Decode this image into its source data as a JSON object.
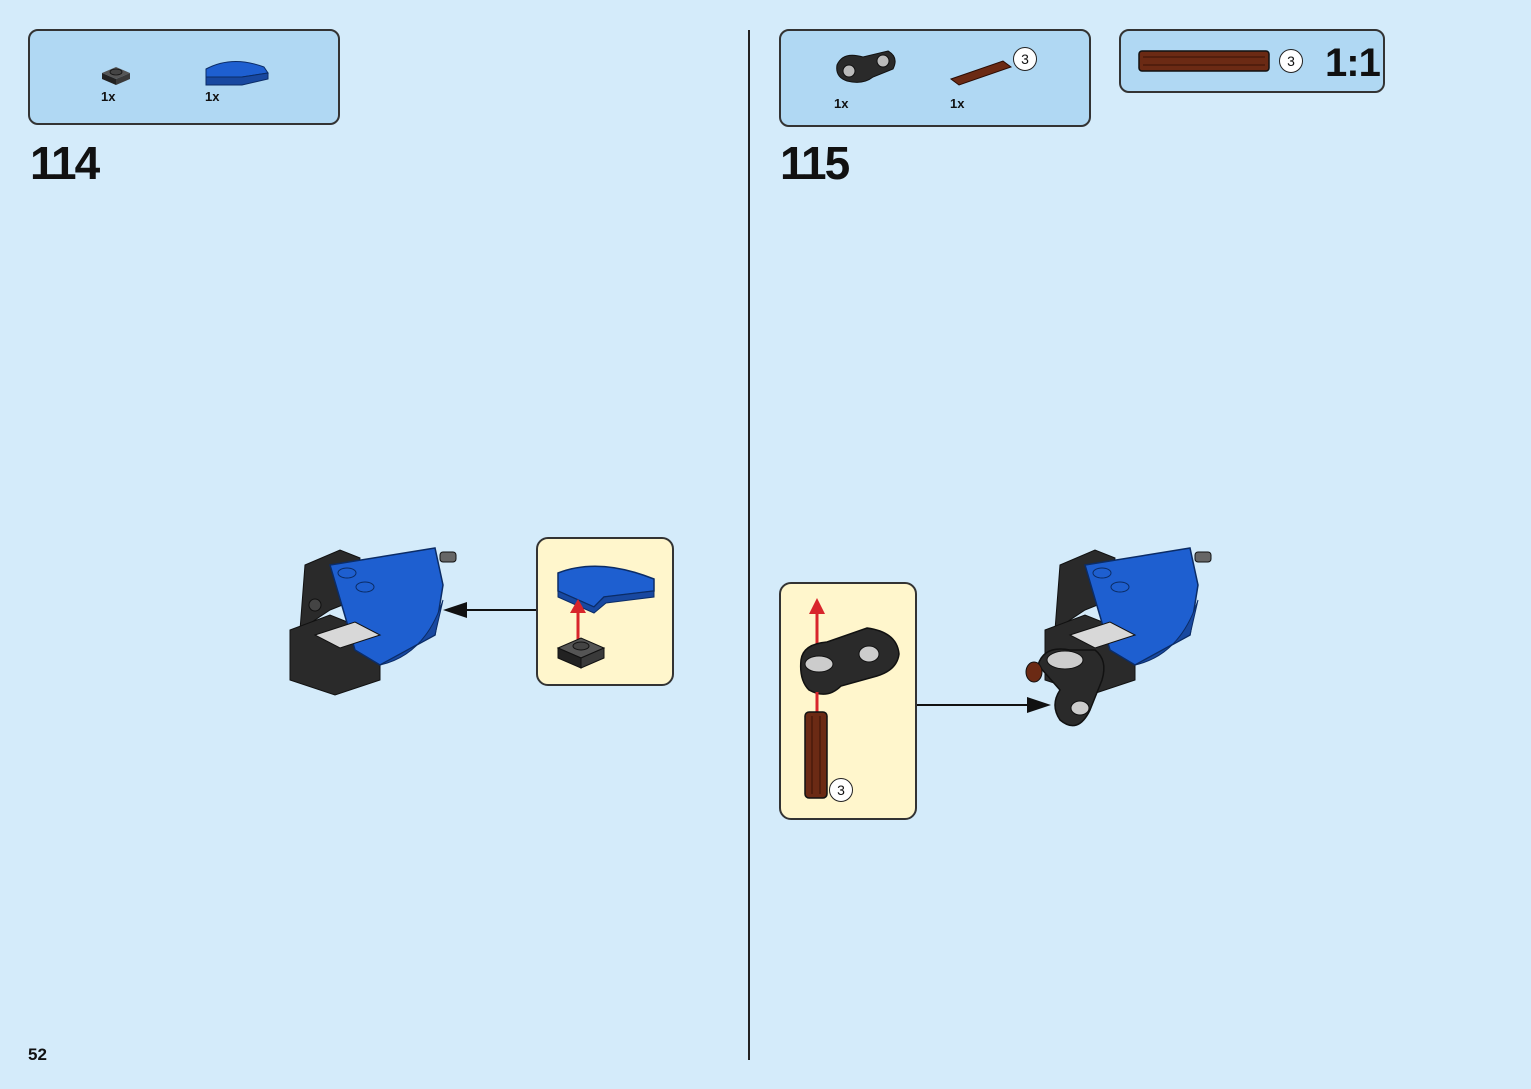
{
  "page_number": "52",
  "steps": [
    {
      "number": "114",
      "parts": [
        {
          "name": "dark-gray-plate-1x1",
          "qty": "1x"
        },
        {
          "name": "blue-curved-slope",
          "qty": "1x"
        }
      ]
    },
    {
      "number": "115",
      "parts": [
        {
          "name": "black-technic-connector",
          "qty": "1x"
        },
        {
          "name": "brown-axle-3",
          "qty": "1x",
          "length": "3"
        }
      ],
      "subassembly_axle_length": "3"
    }
  ],
  "scale_box": {
    "axle_length": "3",
    "label": "1:1"
  },
  "colors": {
    "background": "#d4ebfa",
    "parts_box": "#b0d8f3",
    "subassembly_box": "#fff6cc",
    "brick_blue": "#1e5fd0",
    "brick_black": "#2a2a2a",
    "axle_brown": "#6b2a14",
    "arrow_red": "#d8252b"
  }
}
